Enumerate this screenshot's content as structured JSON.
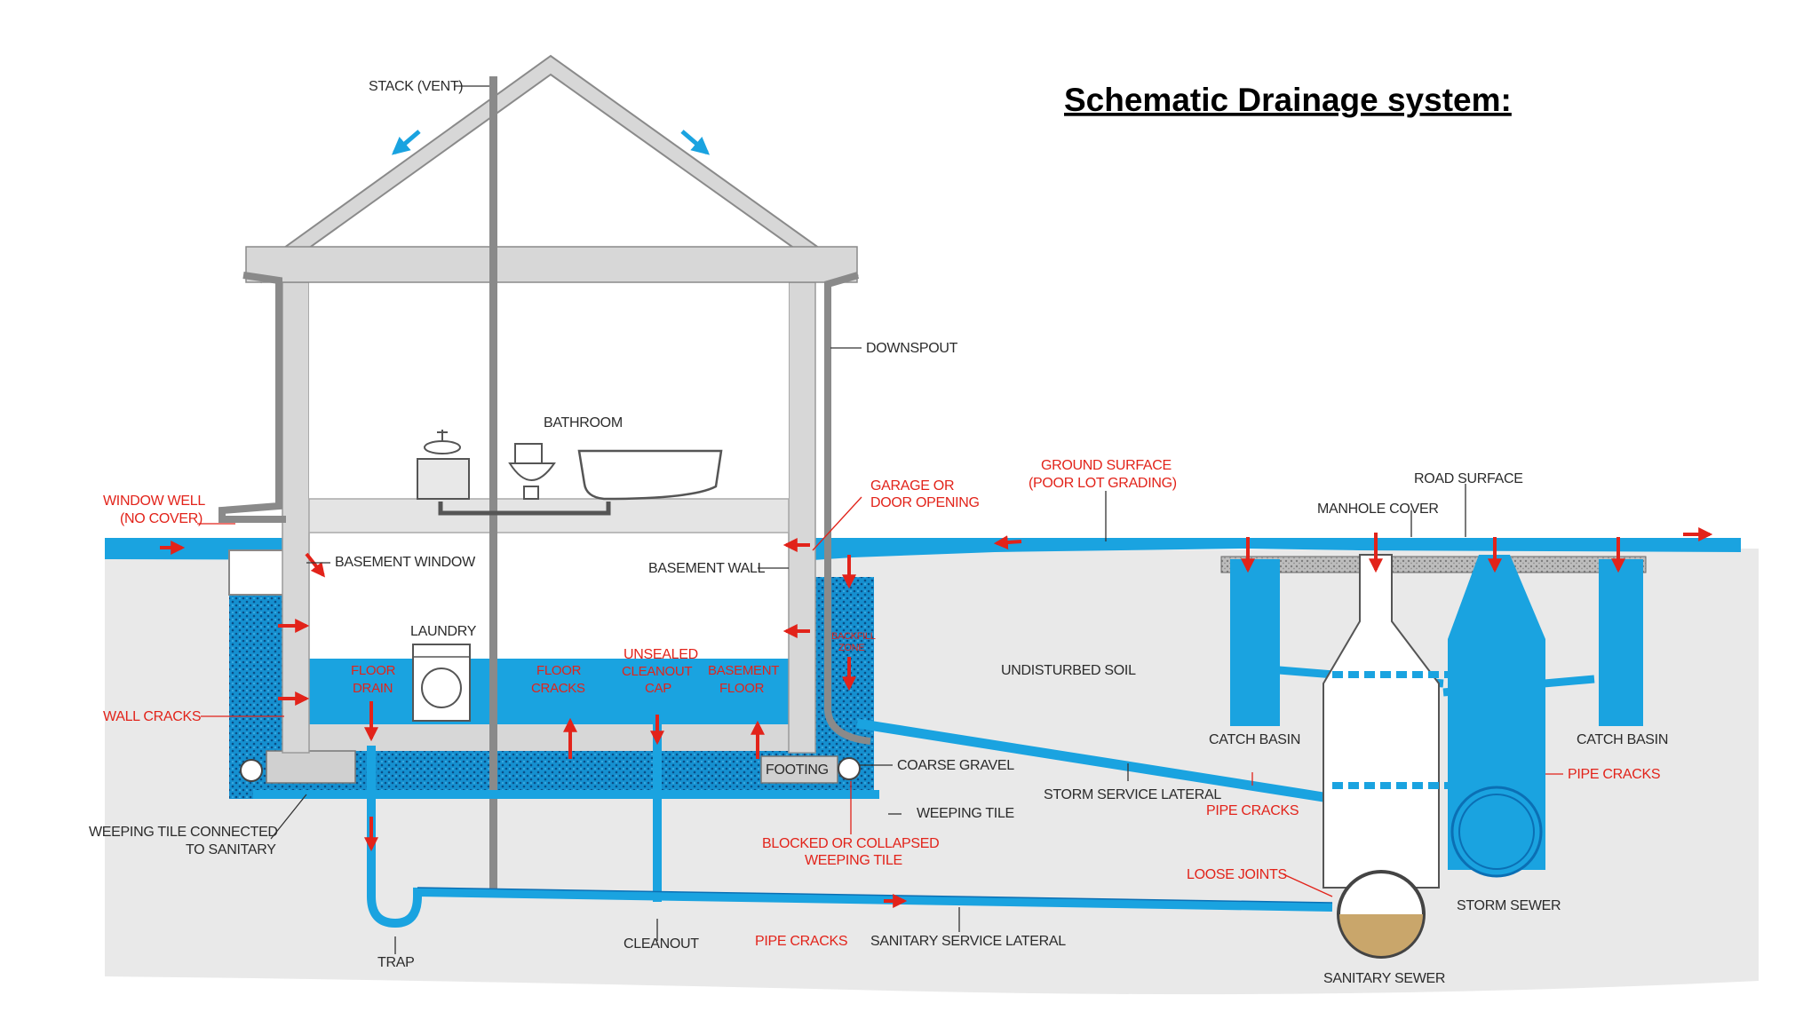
{
  "title": "Schematic Drainage system:",
  "labels": {
    "stack_vent": "STACK (VENT)",
    "downspout": "DOWNSPOUT",
    "bathroom": "BATHROOM",
    "garage_1": "GARAGE OR",
    "garage_2": "DOOR OPENING",
    "ground_1": "GROUND SURFACE",
    "ground_2": "(POOR LOT GRADING)",
    "road_surface": "ROAD SURFACE",
    "manhole_cover": "MANHOLE COVER",
    "window_well_1": "WINDOW WELL",
    "window_well_2": "(NO COVER)",
    "basement_window": "BASEMENT WINDOW",
    "basement_wall": "BASEMENT WALL",
    "laundry": "LAUNDRY",
    "floor_drain_1": "FLOOR",
    "floor_drain_2": "DRAIN",
    "floor_cracks_1": "FLOOR",
    "floor_cracks_2": "CRACKS",
    "unsealed_1": "UNSEALED",
    "unsealed_2": "CLEANOUT",
    "unsealed_3": "CAP",
    "basement_floor_1": "BASEMENT",
    "basement_floor_2": "FLOOR",
    "backfill_1": "BACKFILL",
    "backfill_2": "ZONE",
    "undisturbed_soil": "UNDISTURBED SOIL",
    "wall_cracks": "WALL CRACKS",
    "catch_basin_left": "CATCH BASIN",
    "catch_basin_right": "CATCH BASIN",
    "pipe_cracks_right": "PIPE CRACKS",
    "footing": "FOOTING",
    "coarse_gravel": "COARSE GRAVEL",
    "storm_lateral": "STORM SERVICE LATERAL",
    "pipe_cracks_storm": "PIPE CRACKS",
    "weeping_tile": "WEEPING TILE",
    "weeping_sanitary_1": "WEEPING TILE CONNECTED",
    "weeping_sanitary_2": "TO SANITARY",
    "blocked_1": "BLOCKED OR COLLAPSED",
    "blocked_2": "WEEPING TILE",
    "loose_joints": "LOOSE JOINTS",
    "storm_sewer": "STORM SEWER",
    "trap": "TRAP",
    "cleanout": "CLEANOUT",
    "pipe_cracks_bottom": "PIPE CRACKS",
    "sanitary_lateral": "SANITARY SERVICE LATERAL",
    "sanitary_sewer": "SANITARY SEWER"
  },
  "colors": {
    "water": "#1aa3e0",
    "water_dark": "#0b6fb4",
    "soil": "#e9e9e9",
    "wall": "#d7d7d7",
    "annotation_red": "#e2231a",
    "sediment": "#c9a66b"
  }
}
